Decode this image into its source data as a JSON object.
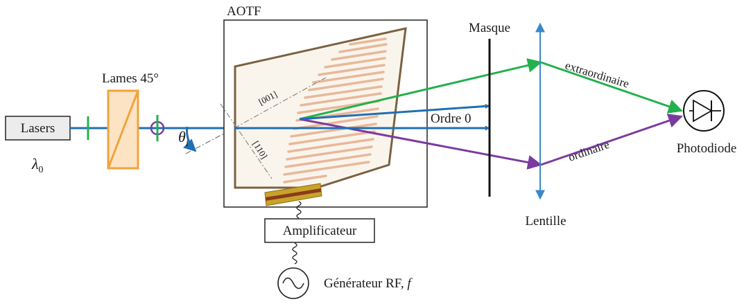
{
  "labels": {
    "lasers": "Lasers",
    "lambda": "λ",
    "lambda_sub": "0",
    "lames": "Lames 45°",
    "theta": "θ",
    "theta_sub": "i",
    "aotf": "AOTF",
    "dir_001": "[001]",
    "dir_110": "[110]",
    "masque": "Masque",
    "ordre0": "Ordre 0",
    "extra": "extraordinaire",
    "ordinaire": "ordinaire",
    "lentille": "Lentille",
    "photodiode": "Photodiode",
    "amplificateur": "Amplificateur",
    "generateur": "Générateur RF, ",
    "generateur_f": "f"
  },
  "colors": {
    "beam_blue": "#1f6fb5",
    "beam_green": "#22b14c",
    "beam_purple": "#7a3b9e",
    "lens_blue": "#3a87c8",
    "waveplate_orange": "#f0a33c",
    "waveplate_fill": "#fbe3c4",
    "crystal_edge": "#7a6140",
    "crystal_fill": "#faf5ec",
    "grating_stripe": "#e8b89a",
    "transducer_gold": "#c8a22a",
    "transducer_brown": "#8b3a1a",
    "line_black": "#111111"
  },
  "icons": [
    "sine-wave-icon",
    "photodiode-icon",
    "arrowhead-icon"
  ]
}
